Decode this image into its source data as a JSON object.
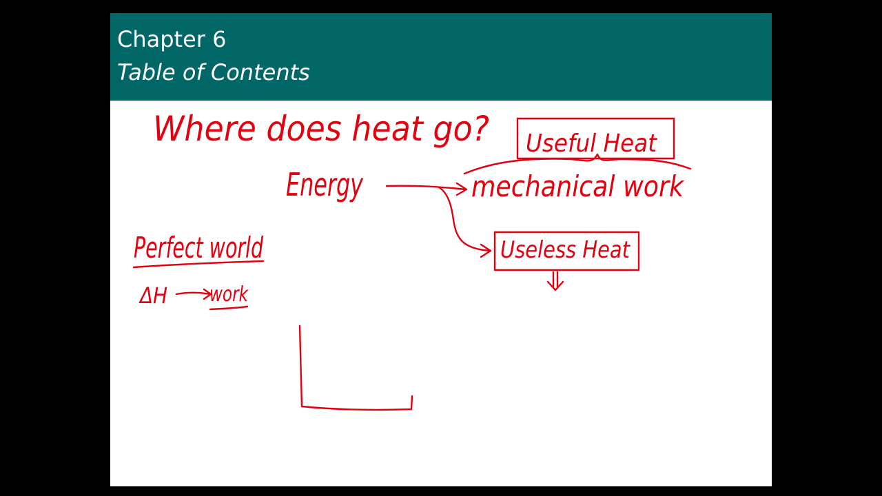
{
  "slide": {
    "title": "Chapter 6",
    "subtitle": "Table of Contents"
  },
  "annotations": {
    "question": "Where does heat go?",
    "useful_heat": "Useful Heat",
    "energy": "Energy",
    "mechanical_work": "mechanical work",
    "useless_heat": "Useless Heat",
    "perfect_world": "Perfect world",
    "delta_h": "ΔH",
    "work": "work"
  },
  "colors": {
    "background": "#000000",
    "slide": "#ffffff",
    "title_bar": "#006666",
    "title_text": "#ffffff",
    "ink": "#e3000f"
  }
}
